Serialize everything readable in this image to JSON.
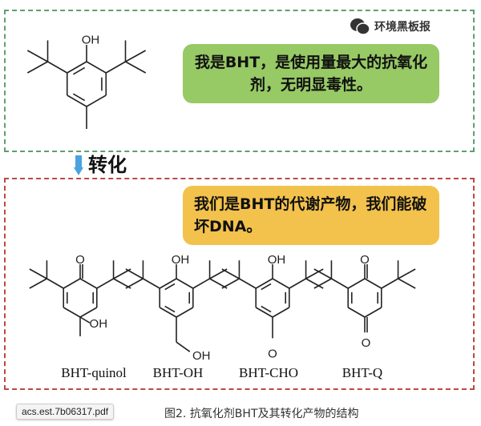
{
  "watermark": {
    "icon": "wechat-icon",
    "text": "环境黑板报"
  },
  "bht_bubble": {
    "text": "我是BHT，是使用量最大的抗氧化剂，无明显毒性。",
    "color": "#97c965"
  },
  "conversion": {
    "label": "转化",
    "arrow_color": "#4aa3e0"
  },
  "metabolite_bubble": {
    "text": "我们是BHT的代谢产物，我们能破坏DNA。",
    "color": "#f3c24c"
  },
  "atoms": {
    "oh": "OH",
    "o": "O"
  },
  "products": [
    {
      "label": "BHT-quinol"
    },
    {
      "label": "BHT-OH"
    },
    {
      "label": "BHT-CHO"
    },
    {
      "label": "BHT-Q"
    }
  ],
  "tooltip": "acs.est.7b06317.pdf",
  "caption": "图2. 抗氧化剂BHT及其转化产物的结构"
}
